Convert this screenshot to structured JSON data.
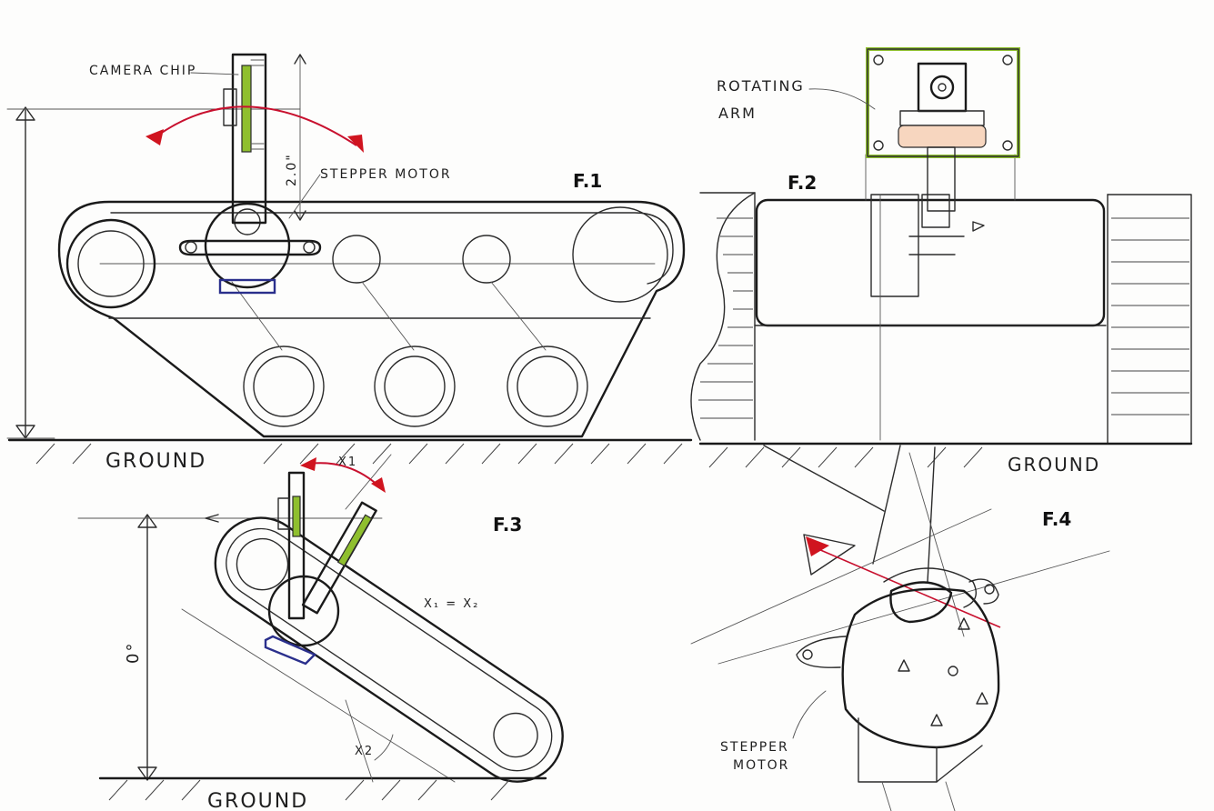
{
  "labels": {
    "camera_chip": "CAMERA CHIP",
    "stepper_motor_f1": "STEPPER MOTOR",
    "dimension": "2.0\"",
    "rotating_arm": "ROTATING",
    "rotating_arm_2": "ARM",
    "ground_f1": "GROUND",
    "ground_f2": "GROUND",
    "ground_f3": "GROUND",
    "x1": "X1",
    "x2": "X2",
    "equation": "X₁ = X₂",
    "angle_f3": "0°",
    "stepper_f4": "STEPPER",
    "motor_f4": "MOTOR"
  },
  "figures": {
    "f1": "F.1",
    "f2": "F.2",
    "f3": "F.3",
    "f4": "F.4"
  },
  "colors": {
    "camera_chip": "#8fbf2e",
    "arrows": "#c8102e",
    "motor_base": "#2a2f8c",
    "arm_block": "#f7d6bf"
  }
}
